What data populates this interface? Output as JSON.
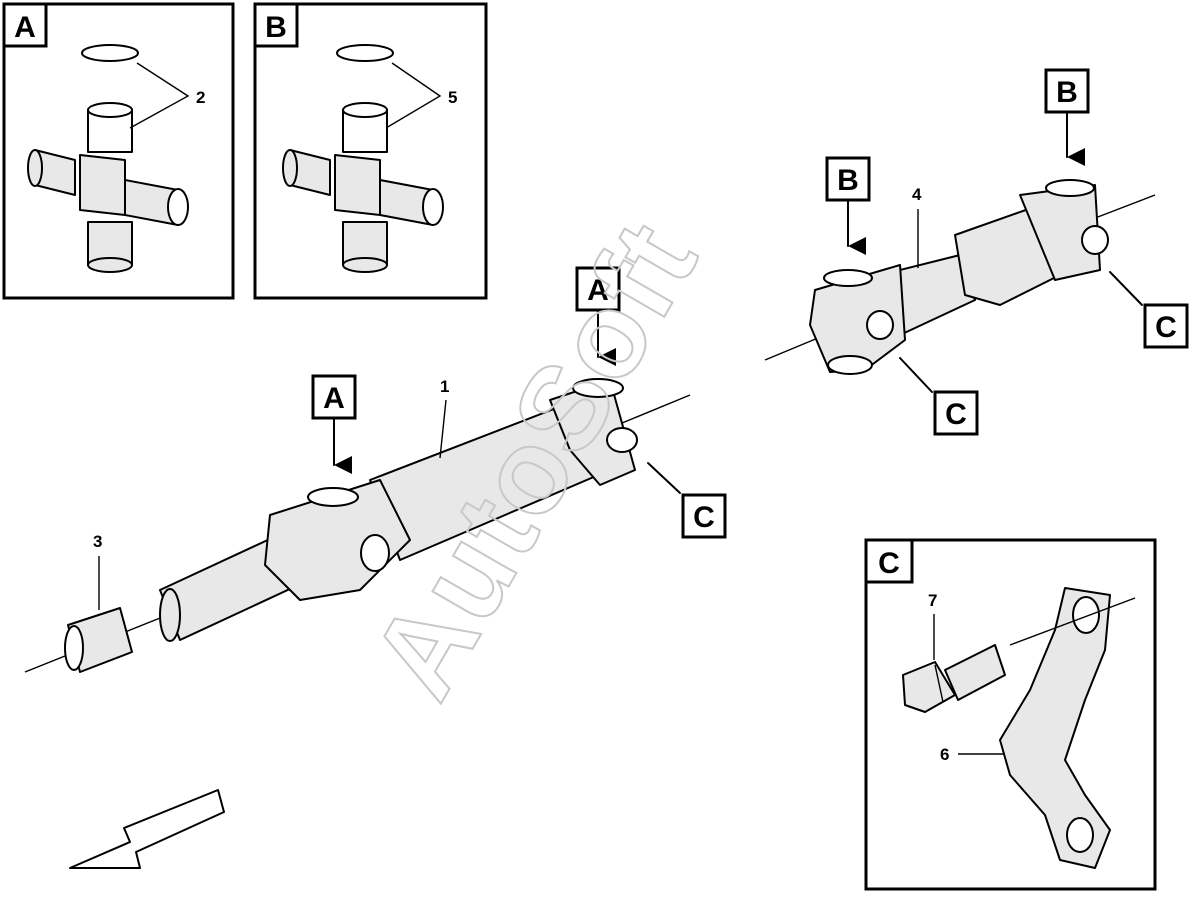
{
  "watermark": "AutoSoft",
  "callouts": {
    "a": "A",
    "b": "B",
    "c": "C"
  },
  "parts": {
    "p1": "1",
    "p2": "2",
    "p3": "3",
    "p4": "4",
    "p5": "5",
    "p6": "6",
    "p7": "7"
  }
}
